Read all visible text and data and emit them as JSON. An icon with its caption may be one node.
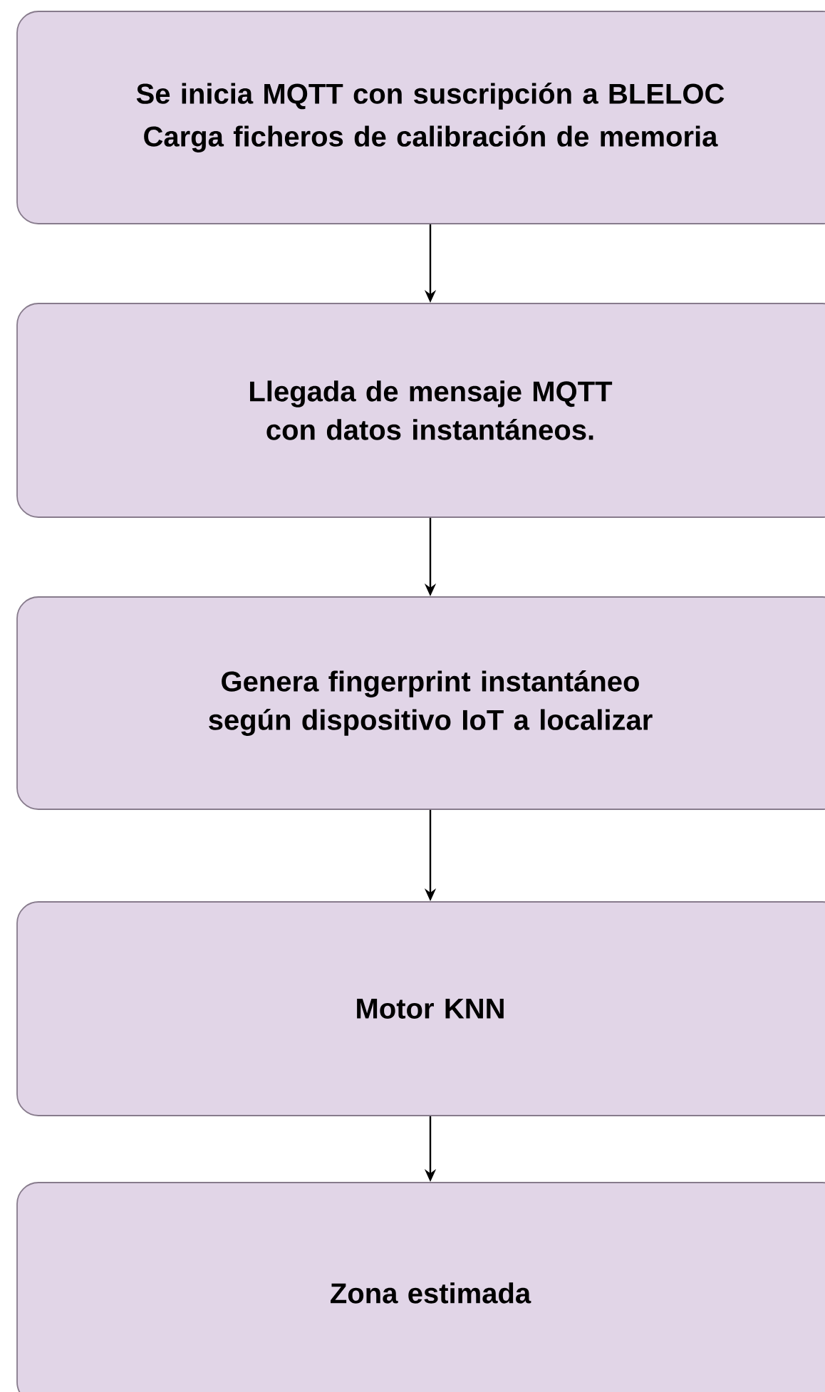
{
  "diagram": {
    "nodes": [
      {
        "text": [
          "Se inicia MQTT con suscripción a BLELOC",
          "Carga ficheros de calibración de memoria"
        ]
      },
      {
        "text": [
          "Llegada de mensaje MQTT con datos instantáneos."
        ]
      },
      {
        "text": [
          "Genera fingerprint instantáneo según dispositivo IoT a localizar"
        ]
      },
      {
        "text": [
          "Motor KNN"
        ]
      },
      {
        "text": [
          "Zona estimada"
        ]
      }
    ],
    "edges": [
      {
        "from": 0,
        "to": 1,
        "arrow": "to"
      },
      {
        "from": 1,
        "to": 2,
        "arrow": "to"
      },
      {
        "from": 2,
        "to": 3,
        "arrow": "to"
      },
      {
        "from": 3,
        "to": 4,
        "arrow": "to"
      }
    ]
  }
}
